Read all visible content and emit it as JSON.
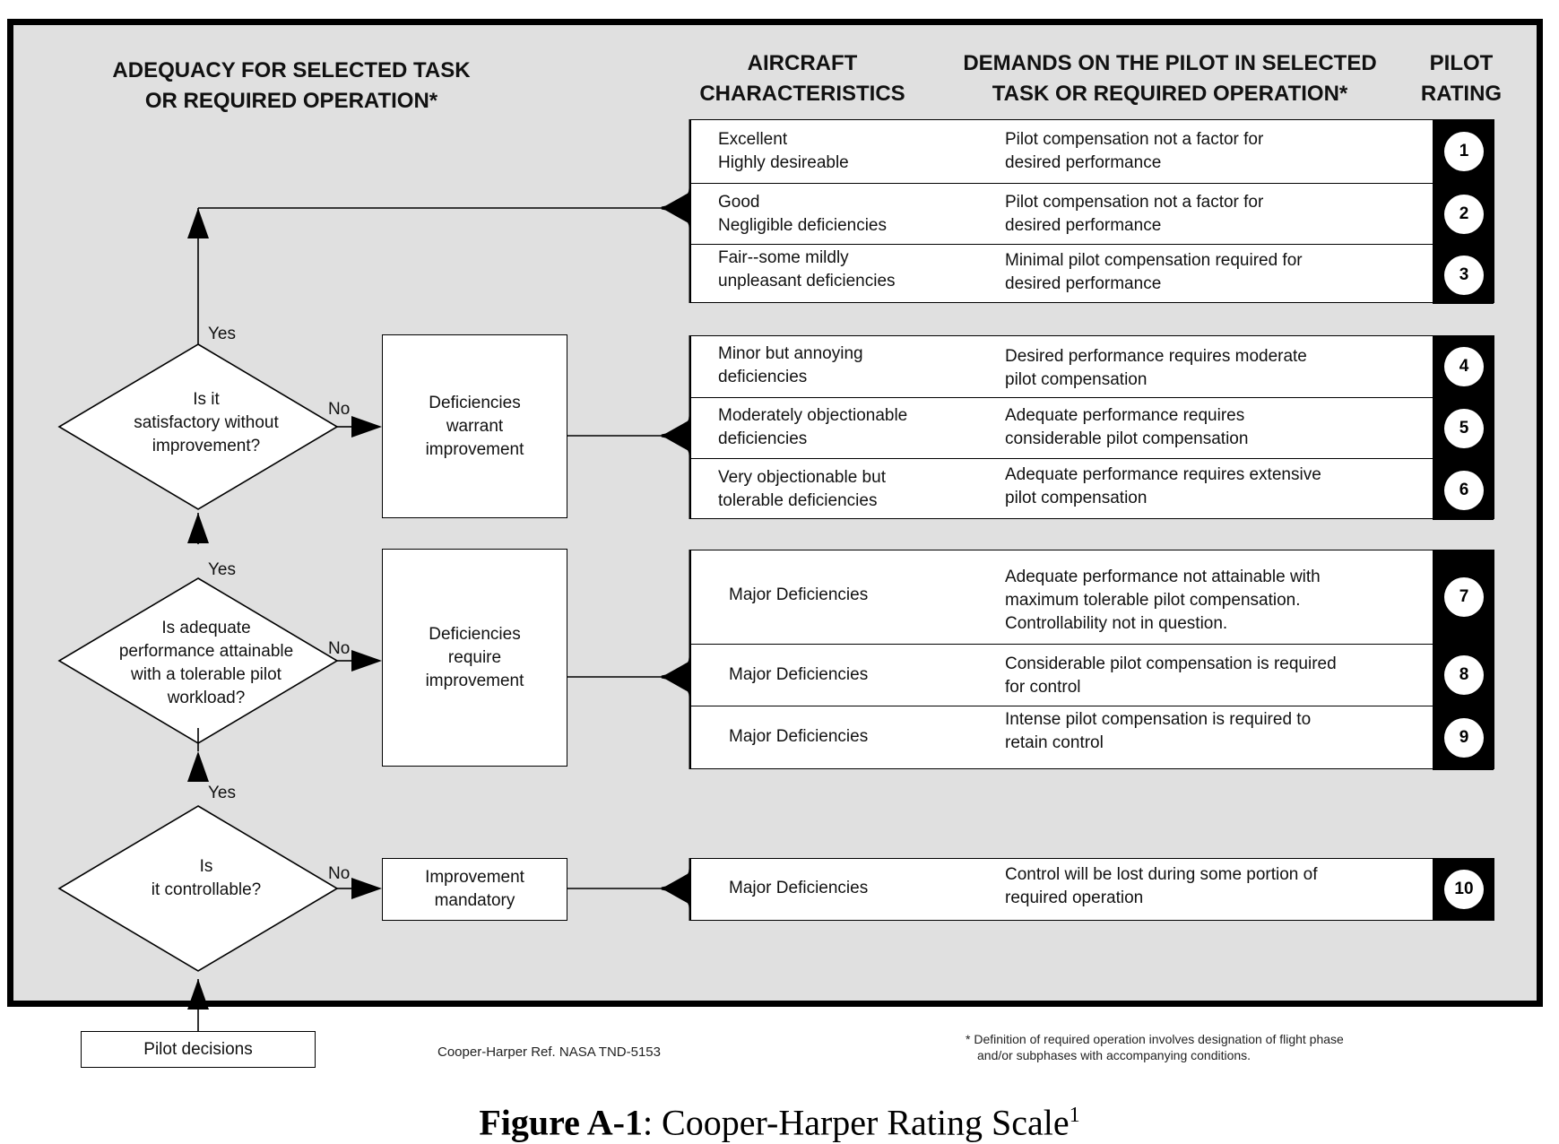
{
  "headers": {
    "adequacy": [
      "ADEQUACY FOR SELECTED TASK",
      "OR REQUIRED OPERATION*"
    ],
    "aircraft": [
      "AIRCRAFT",
      "CHARACTERISTICS"
    ],
    "demands": [
      "DEMANDS ON THE PILOT IN SELECTED",
      "TASK OR REQUIRED OPERATION*"
    ],
    "rating": [
      "PILOT",
      "RATING"
    ]
  },
  "questions": {
    "q1": [
      "Is it",
      "satisfactory without",
      "improvement?"
    ],
    "q2": [
      "Is adequate",
      "performance attainable",
      "with a tolerable pilot",
      "workload?"
    ],
    "q3": [
      "Is",
      "it controllable?"
    ]
  },
  "labels": {
    "yes": "Yes",
    "no": "No"
  },
  "outcomes": {
    "warrant": [
      "Deficiencies",
      "warrant",
      "improvement"
    ],
    "require": [
      "Deficiencies",
      "require",
      "improvement"
    ],
    "mandatory": [
      "Improvement",
      "mandatory"
    ]
  },
  "ratings": [
    {
      "n": "1",
      "char": [
        "Excellent",
        "Highly desireable"
      ],
      "demand": [
        "Pilot compensation not a factor for",
        "desired performance"
      ]
    },
    {
      "n": "2",
      "char": [
        "Good",
        "Negligible deficiencies"
      ],
      "demand": [
        "Pilot compensation not a factor for",
        "desired performance"
      ]
    },
    {
      "n": "3",
      "char": [
        "Fair--some mildly",
        "unpleasant deficiencies"
      ],
      "demand": [
        "Minimal pilot compensation required for",
        "desired performance"
      ]
    },
    {
      "n": "4",
      "char": [
        "Minor but annoying",
        "deficiencies"
      ],
      "demand": [
        "Desired performance requires moderate",
        "pilot compensation"
      ]
    },
    {
      "n": "5",
      "char": [
        "Moderately objectionable",
        "deficiencies"
      ],
      "demand": [
        "Adequate performance requires",
        "considerable pilot compensation"
      ]
    },
    {
      "n": "6",
      "char": [
        "Very objectionable but",
        "tolerable deficiencies"
      ],
      "demand": [
        "Adequate performance requires extensive",
        "pilot compensation"
      ]
    },
    {
      "n": "7",
      "char": [
        "Major Deficiencies"
      ],
      "demand": [
        "Adequate performance not attainable with",
        "maximum tolerable pilot compensation.",
        "Controllability not in question."
      ]
    },
    {
      "n": "8",
      "char": [
        "Major Deficiencies"
      ],
      "demand": [
        "Considerable pilot compensation is required",
        "for control"
      ]
    },
    {
      "n": "9",
      "char": [
        "Major Deficiencies"
      ],
      "demand": [
        "Intense pilot compensation is required to",
        "retain control"
      ]
    },
    {
      "n": "10",
      "char": [
        "Major Deficiencies"
      ],
      "demand": [
        "Control will be lost during some portion of",
        "required operation"
      ]
    }
  ],
  "pilot_decisions": "Pilot decisions",
  "reference": "Cooper-Harper   Ref. NASA TND-5153",
  "footnote": [
    "* Definition of required operation involves designation of flight phase",
    "and/or subphases with accompanying conditions."
  ],
  "caption": {
    "bold": "Figure A-1",
    "rest": ": Cooper-Harper Rating Scale",
    "sup": "1"
  }
}
